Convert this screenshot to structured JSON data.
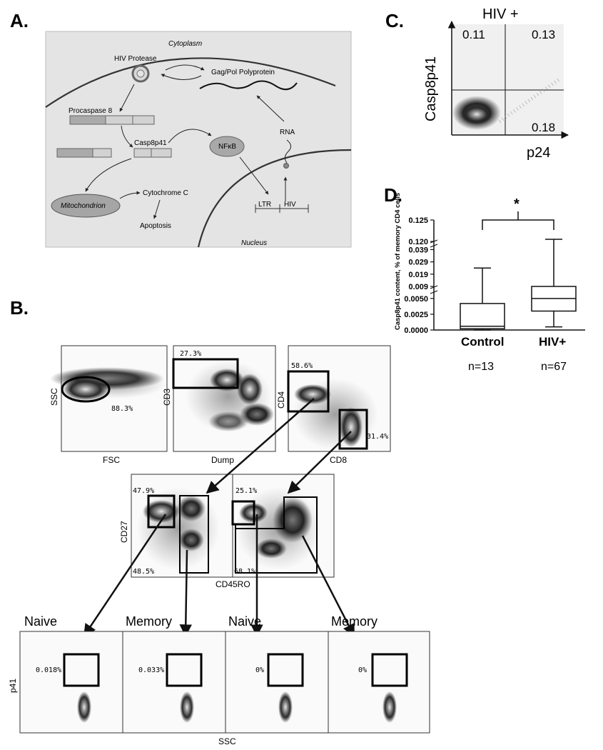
{
  "panels": {
    "a": "A.",
    "b": "B.",
    "c": "C.",
    "d": "D."
  },
  "diagram": {
    "cytoplasm": "Cytoplasm",
    "nucleus": "Nucleus",
    "hiv_protease": "HIV Protease",
    "gagpol": "Gag/Pol Polyprotein",
    "procaspase": "Procaspase 8",
    "casp8p41": "Casp8p41",
    "nfkb": "NFκB",
    "rna": "RNA",
    "mitochondrion": "Mitochondrion",
    "cytochrome": "Cytochrome C",
    "apoptosis": "Apoptosis",
    "ltr": "LTR",
    "hiv": "HIV"
  },
  "panel_c": {
    "title": "HIV +",
    "ylabel": "Casp8p41",
    "xlabel": "p24",
    "q_ul": "0.11",
    "q_ur": "0.13",
    "q_lr": "0.18"
  },
  "panel_b": {
    "row1": [
      {
        "x": "FSC",
        "y": "SSC",
        "pct": "88.3%"
      },
      {
        "x": "Dump",
        "y": "CD3",
        "pct": "27.3%"
      },
      {
        "x": "CD8",
        "y": "CD4",
        "pct": "58.6%",
        "pct2": "31.4%"
      }
    ],
    "row2": {
      "x": "CD45RO",
      "y": "CD27",
      "l_top": "47.9%",
      "l_bot": "48.5%",
      "r_top": "25.1%",
      "r_bot": "68.1%"
    },
    "row3": {
      "x": "SSC",
      "y": "p41",
      "cols": [
        {
          "title": "Naive",
          "pct": "0.018%"
        },
        {
          "title": "Memory",
          "pct": "0.033%"
        },
        {
          "title": "Naive",
          "pct": "0%"
        },
        {
          "title": "Memory",
          "pct": "0%"
        }
      ]
    }
  },
  "chart_data": {
    "type": "boxplot",
    "categories": [
      "Control",
      "HIV+"
    ],
    "counts": [
      "n=13",
      "n=67"
    ],
    "ylabel": "Casp8p41 content, % of memory CD4 cells",
    "yticks": [
      "0.0000",
      "0.0025",
      "0.0050",
      "0.009",
      "0.019",
      "0.029",
      "0.039",
      "0.120",
      "0.125"
    ],
    "significance": "*",
    "boxes": [
      {
        "name": "Control",
        "whisker_low": 0.0,
        "q1": 0.0002,
        "median": 0.0006,
        "q3": 0.0042,
        "whisker_high": 0.024
      },
      {
        "name": "HIV+",
        "whisker_low": 0.0005,
        "q1": 0.003,
        "median": 0.005,
        "q3": 0.009,
        "whisker_high": 0.1205
      }
    ]
  }
}
